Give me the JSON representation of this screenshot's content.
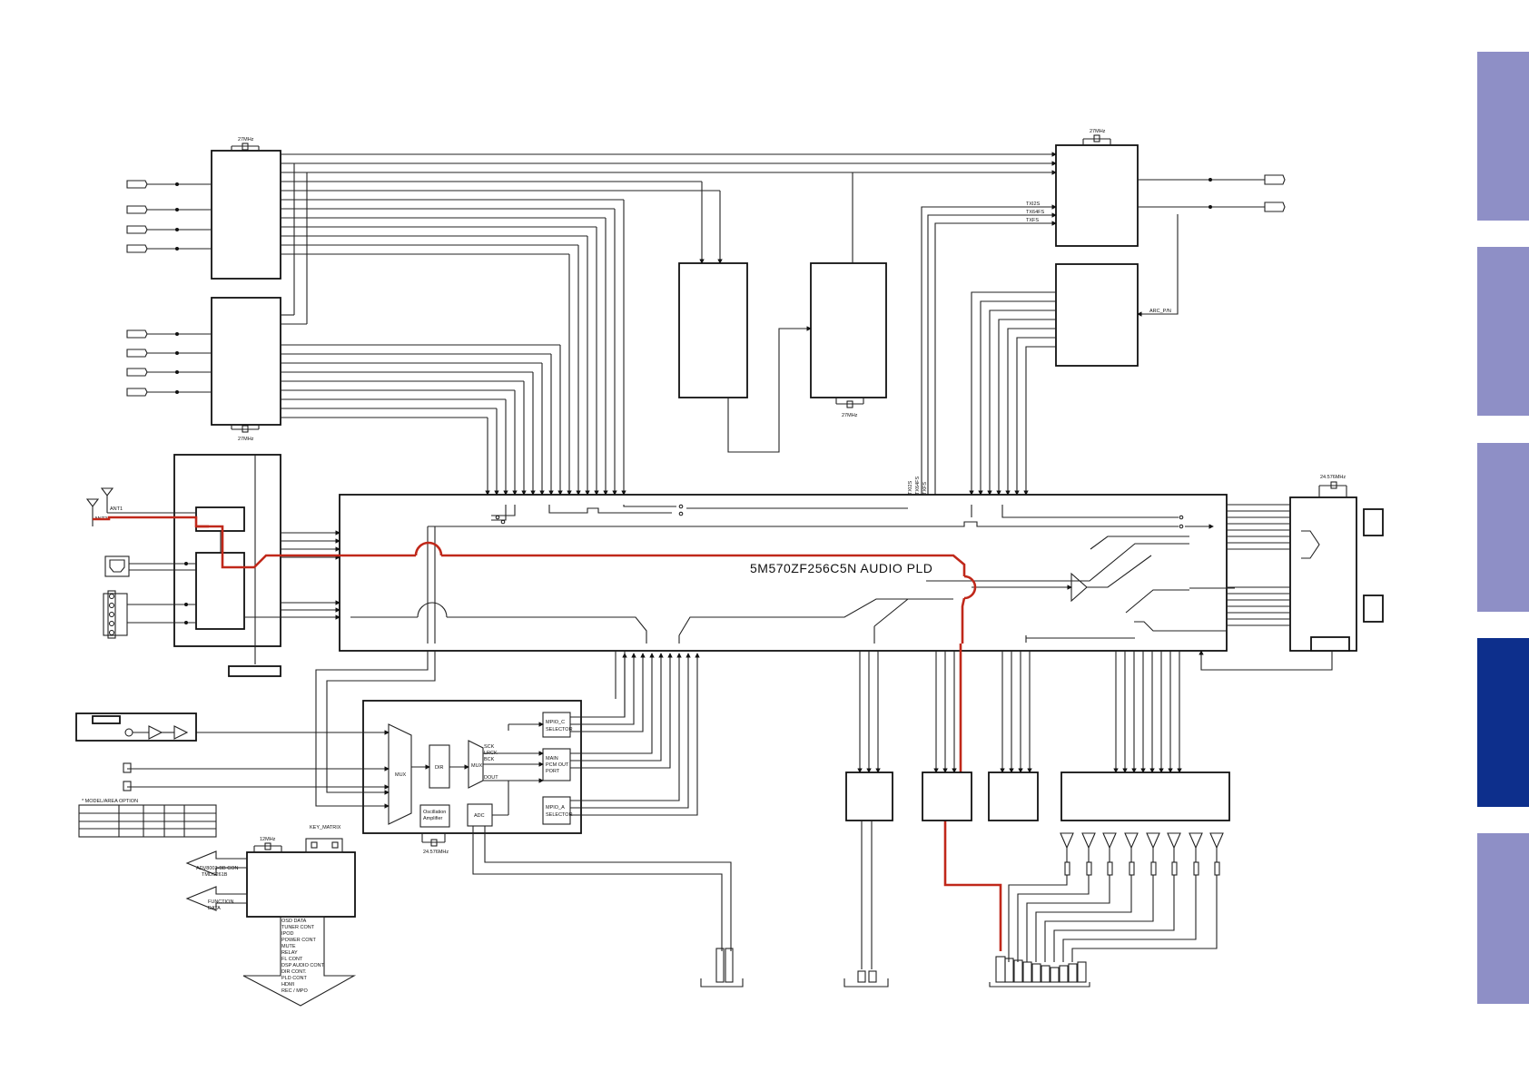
{
  "side_tabs": {
    "colors": {
      "inactive": "#8e8fc6",
      "active": "#0d2f8c"
    },
    "items": [
      {
        "state": "inactive"
      },
      {
        "state": "inactive"
      },
      {
        "state": "inactive"
      },
      {
        "state": "active"
      },
      {
        "state": "inactive"
      }
    ]
  },
  "main_ic": {
    "label": "5M570ZF256C5N AUDIO PLD"
  },
  "crystals": {
    "hdmi_in_1": "27MHz",
    "hdmi_in_2": "27MHz",
    "hdmi_tx": "27MHz",
    "video_proc": "27MHz",
    "dsp": "24.576MHz",
    "dir_osc": "24.576MHz",
    "micom": "12MHz"
  },
  "antennas": {
    "ant1": "ANT1",
    "ant2": "ANT2"
  },
  "hdmi_tx_signals": [
    "TXI2S",
    "TX64FS",
    "TXFS"
  ],
  "pld_top_signals": [
    "TXI2S",
    "TX64FS",
    "TXFS"
  ],
  "arc_signal": "ARC_P/N",
  "dir_block": {
    "mux_in": "MUX",
    "dir": "DIR",
    "mux_out": "MUX",
    "clocks": [
      "SCK",
      "LRCK",
      "BCK"
    ],
    "dout": "DOUT",
    "osc": [
      "Oscillation",
      "Amplifier"
    ],
    "adc": "ADC",
    "selector_c": [
      "MPIO_C",
      "SELECTOR"
    ],
    "pcm_out": [
      "MAIN",
      "PCM OUT",
      "PORT"
    ],
    "selector_a": [
      "MPIO_A",
      "SELECTOR"
    ]
  },
  "model_option": {
    "title": "* MODEL/AREA OPTION"
  },
  "micom": {
    "key_matrix": "KEY_MATRIX",
    "out_left_1": [
      "ADV8003-BB CON",
      "TMDS261B"
    ],
    "out_left_2": [
      "FUNCTION",
      "DATA"
    ],
    "out_down": [
      "OSD DATA",
      "TUNER CONT",
      "IPOD",
      "POWER CONT",
      "MUTE",
      "RELAY",
      "FL CONT",
      "DSP AUDIO CONT.",
      "DIR CONT.",
      "PLD CONT",
      "HDMI",
      "REC / MPO"
    ]
  }
}
